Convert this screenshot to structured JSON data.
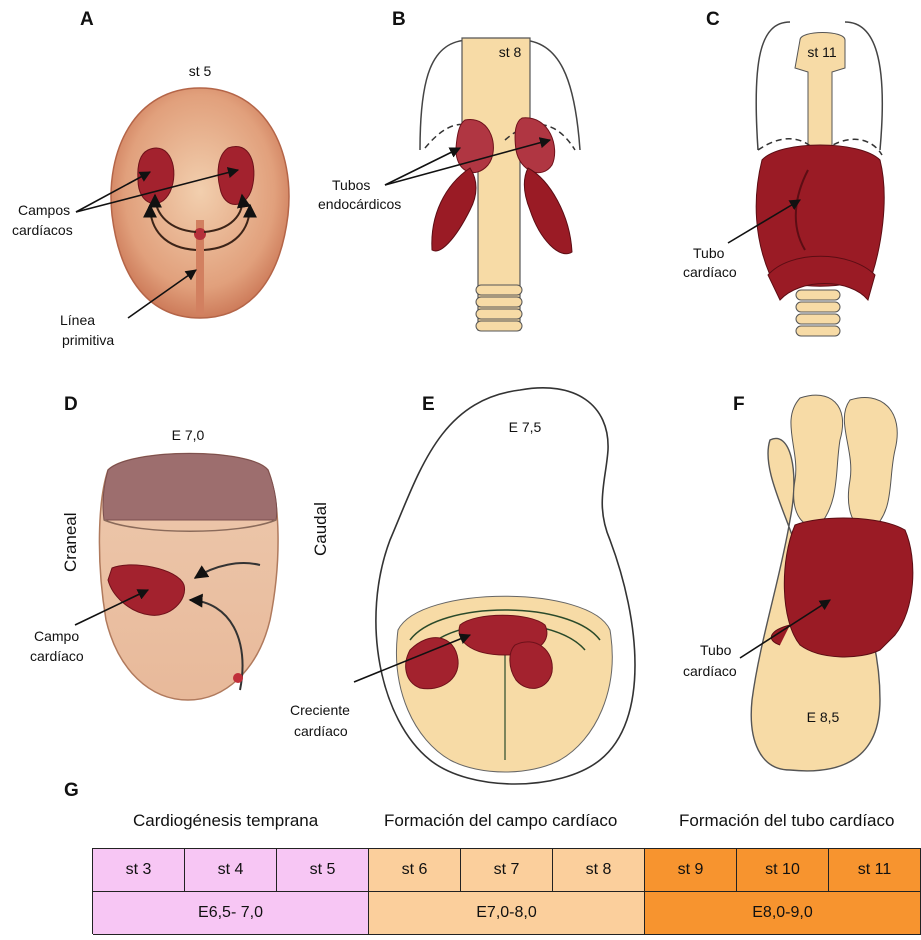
{
  "panels": {
    "A": {
      "letter": "A",
      "stage": "st 5",
      "labels": {
        "campos_1": "Campos",
        "campos_2": "cardíacos",
        "linea_1": "Línea",
        "linea_2": "primitiva"
      }
    },
    "B": {
      "letter": "B",
      "stage": "st 8",
      "labels": {
        "tubos_1": "Tubos",
        "tubos_2": "endocárdicos"
      }
    },
    "C": {
      "letter": "C",
      "stage": "st 11",
      "labels": {
        "tubo_1": "Tubo",
        "tubo_2": "cardíaco"
      }
    },
    "D": {
      "letter": "D",
      "stage": "E 7,0",
      "labels": {
        "campo_1": "Campo",
        "campo_2": "cardíaco",
        "craneal": "Craneal",
        "caudal": "Caudal"
      }
    },
    "E": {
      "letter": "E",
      "stage": "E 7,5",
      "labels": {
        "creciente_1": "Creciente",
        "creciente_2": "cardíaco"
      }
    },
    "F": {
      "letter": "F",
      "stage": "E 8,5",
      "labels": {
        "tubo_1": "Tubo",
        "tubo_2": "cardíaco"
      }
    },
    "G": {
      "letter": "G"
    }
  },
  "timeline": {
    "headers": [
      "Cardiogénesis temprana",
      "Formación del campo cardíaco",
      "Formación del tubo cardíaco"
    ],
    "stages": [
      "st 3",
      "st 4",
      "st 5",
      "st 6",
      "st 7",
      "st 8",
      "st 9",
      "st 10",
      "st 11"
    ],
    "ranges": [
      "E6,5- 7,0",
      "E7,0-8,0",
      "E8,0-9,0"
    ],
    "colors": {
      "early": "#f7c6f4",
      "field": "#fbcf9c",
      "tube": "#f7942f"
    }
  }
}
